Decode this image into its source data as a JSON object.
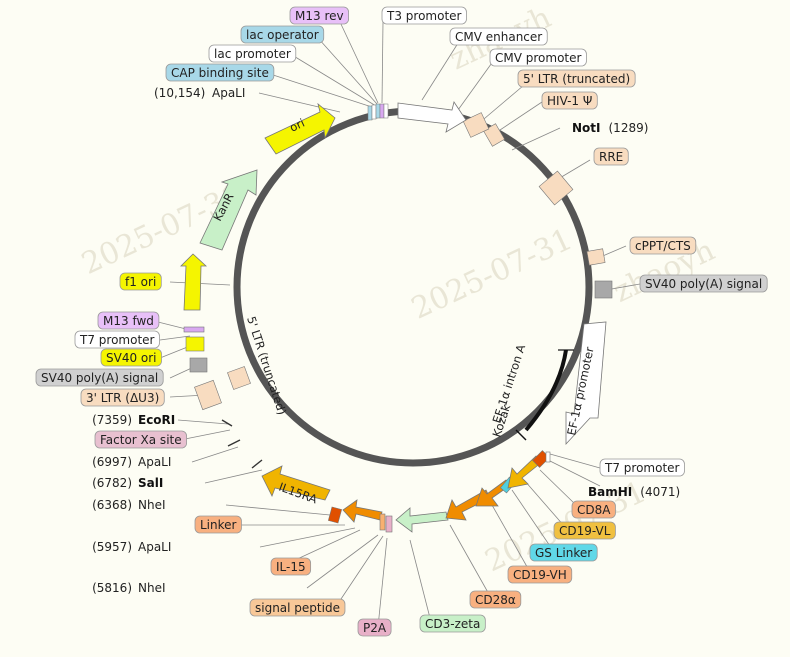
{
  "watermark": [
    "2025-07-31",
    "zhaoyh"
  ],
  "labels": {
    "m13rev": "M13 rev",
    "t3": "T3 promoter",
    "lacop": "lac operator",
    "cmvenh": "CMV enhancer",
    "lacpro": "lac promoter",
    "cmvpro": "CMV promoter",
    "cap": "CAP binding site",
    "ltr5": "5' LTR (truncated)",
    "apali1": "ApaLI",
    "apali1_pos": "(10,154)",
    "hiv": "HIV-1 Ψ",
    "noti": "NotI",
    "noti_pos": "(1289)",
    "rre": "RRE",
    "cppt": "cPPT/CTS",
    "sv40pa1": "SV40 poly(A) signal",
    "f1ori": "f1 ori",
    "m13fwd": "M13 fwd",
    "t7pro1": "T7 promoter",
    "sv40ori": "SV40 ori",
    "sv40pa2": "SV40 poly(A) signal",
    "ltr3": "3' LTR (ΔU3)",
    "ecori": "EcoRI",
    "ecori_pos": "(7359)",
    "factorxa": "Factor Xa site",
    "apali2": "ApaLI",
    "apali2_pos": "(6997)",
    "sali": "SalI",
    "sali_pos": "(6782)",
    "nhei1": "NheI",
    "nhei1_pos": "(6368)",
    "linker": "Linker",
    "apali3": "ApaLI",
    "apali3_pos": "(5957)",
    "il15": "IL-15",
    "nhei2": "NheI",
    "nhei2_pos": "(5816)",
    "sigpep": "signal peptide",
    "p2a": "P2A",
    "cd3z": "CD3-zeta",
    "cd28": "CD28α",
    "cd19vh": "CD19-VH",
    "gslinker": "GS Linker",
    "cd19vl": "CD19-VL",
    "cd8a": "CD8A",
    "bamhi": "BamHI",
    "bamhi_pos": "(4071)",
    "t7pro2": "T7 promoter"
  },
  "inner": {
    "ori": "ori",
    "kanr": "KanR",
    "il15ra": "IL15RA",
    "ef1a_pro": "EF-1α promoter",
    "ef1a_intron": "EF-1α intron A",
    "kozak": "Kozak",
    "ltr5_inner": "5' LTR (truncated)"
  },
  "colors": {
    "backbone": "#555555",
    "yellow": "#f5f500",
    "green": "#c8f0c8",
    "orange": "#f08c00",
    "gold": "#f0b400",
    "peach": "#f8dcc0",
    "white": "#ffffff",
    "gray": "#a8a8a8",
    "purple": "#d8a8f0",
    "blue": "#a8d8e8",
    "pink": "#e8b0c8",
    "cyan": "#50d0e0"
  }
}
